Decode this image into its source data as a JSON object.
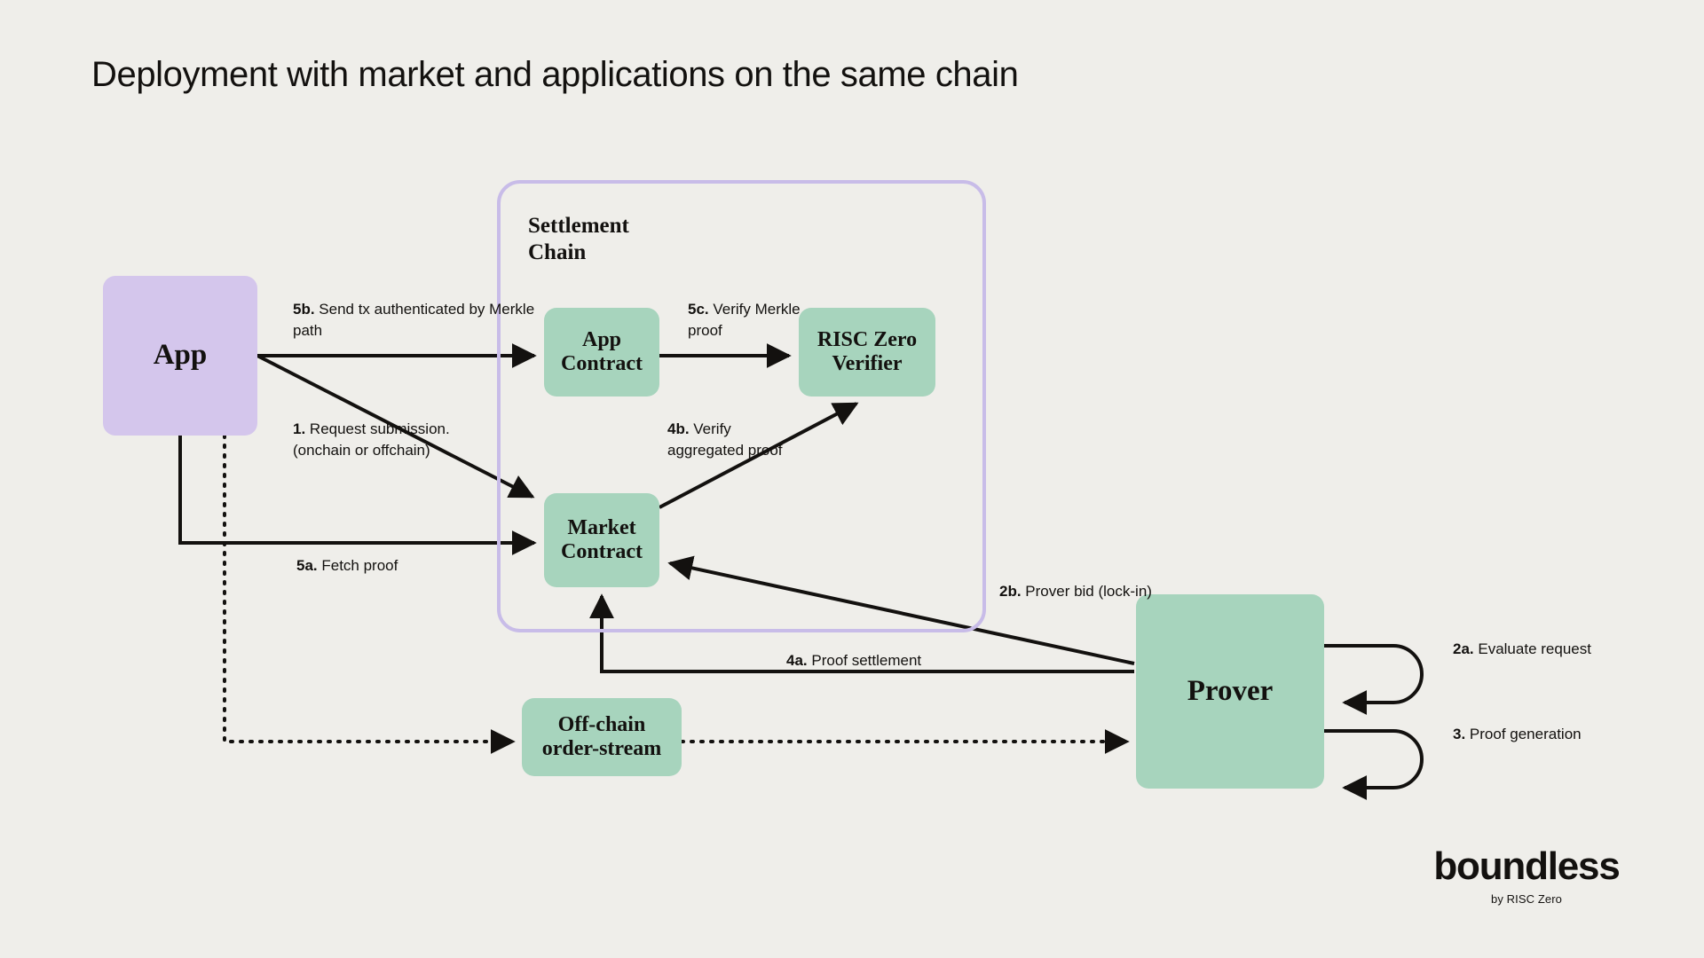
{
  "title": "Deployment with market and applications on the same chain",
  "container": {
    "label": "Settlement Chain",
    "border_color": "#c8bce8"
  },
  "nodes": {
    "app": {
      "label": "App",
      "color": "#d4c6ec"
    },
    "app_contract": {
      "label": "App\nContract",
      "line1": "App",
      "line2": "Contract",
      "color": "#a7d4bd"
    },
    "risc_zero_verifier": {
      "line1": "RISC Zero",
      "line2": "Verifier",
      "color": "#a7d4bd"
    },
    "market_contract": {
      "line1": "Market",
      "line2": "Contract",
      "color": "#a7d4bd"
    },
    "offchain_order_stream": {
      "line1": "Off-chain",
      "line2": "order-stream",
      "color": "#a7d4bd"
    },
    "prover": {
      "label": "Prover",
      "color": "#a7d4bd"
    }
  },
  "edges": [
    {
      "id": "5b",
      "step": "5b.",
      "text": " Send tx authenticated by Merkle path",
      "from": "app",
      "to": "app_contract",
      "style": "solid"
    },
    {
      "id": "1",
      "step": "1.",
      "text": " Request submission. (onchain or offchain)",
      "from": "app",
      "to": "market_contract",
      "style": "solid"
    },
    {
      "id": "5a",
      "step": "5a.",
      "text": " Fetch proof",
      "from": "app",
      "to": "market_contract",
      "style": "solid"
    },
    {
      "id": "5c",
      "step": "5c.",
      "text": " Verify Merkle proof",
      "from": "app_contract",
      "to": "risc_zero_verifier",
      "style": "solid"
    },
    {
      "id": "4b",
      "step": "4b.",
      "text": " Verify aggregated proof",
      "from": "market_contract",
      "to": "risc_zero_verifier",
      "style": "solid"
    },
    {
      "id": "2b",
      "step": "2b.",
      "text": " Prover bid (lock-in)",
      "from": "prover",
      "to": "market_contract",
      "style": "solid"
    },
    {
      "id": "4a",
      "step": "4a.",
      "text": " Proof settlement",
      "from": "prover",
      "to": "market_contract",
      "style": "solid"
    },
    {
      "id": "2a",
      "step": "2a.",
      "text": " Evaluate request",
      "from": "prover",
      "to": "prover",
      "style": "loop"
    },
    {
      "id": "3",
      "step": "3.",
      "text": " Proof generation",
      "from": "prover",
      "to": "prover",
      "style": "loop"
    }
  ],
  "edge_labels": {
    "e5b_step": "5b.",
    "e5b_text": " Send tx authenticated by Merkle path",
    "e1_step": "1.",
    "e1_text": " Request submission. (onchain or offchain)",
    "e5a_step": "5a.",
    "e5a_text": " Fetch proof",
    "e5c_step": "5c.",
    "e5c_text": " Verify Merkle proof",
    "e4b_step": "4b.",
    "e4b_text": " Verify aggregated proof",
    "e2b_step": "2b.",
    "e2b_text": " Prover bid (lock-in)",
    "e4a_step": "4a.",
    "e4a_text": " Proof settlement",
    "e2a_step": "2a.",
    "e2a_text": " Evaluate request",
    "e3_step": "3.",
    "e3_text": " Proof generation"
  },
  "logo": {
    "name": "boundless",
    "byline": "by RISC Zero"
  },
  "colors": {
    "background": "#efeeea",
    "green": "#a7d4bd",
    "lavender": "#d4c6ec",
    "border_purple": "#c8bce8",
    "ink": "#13110f"
  }
}
